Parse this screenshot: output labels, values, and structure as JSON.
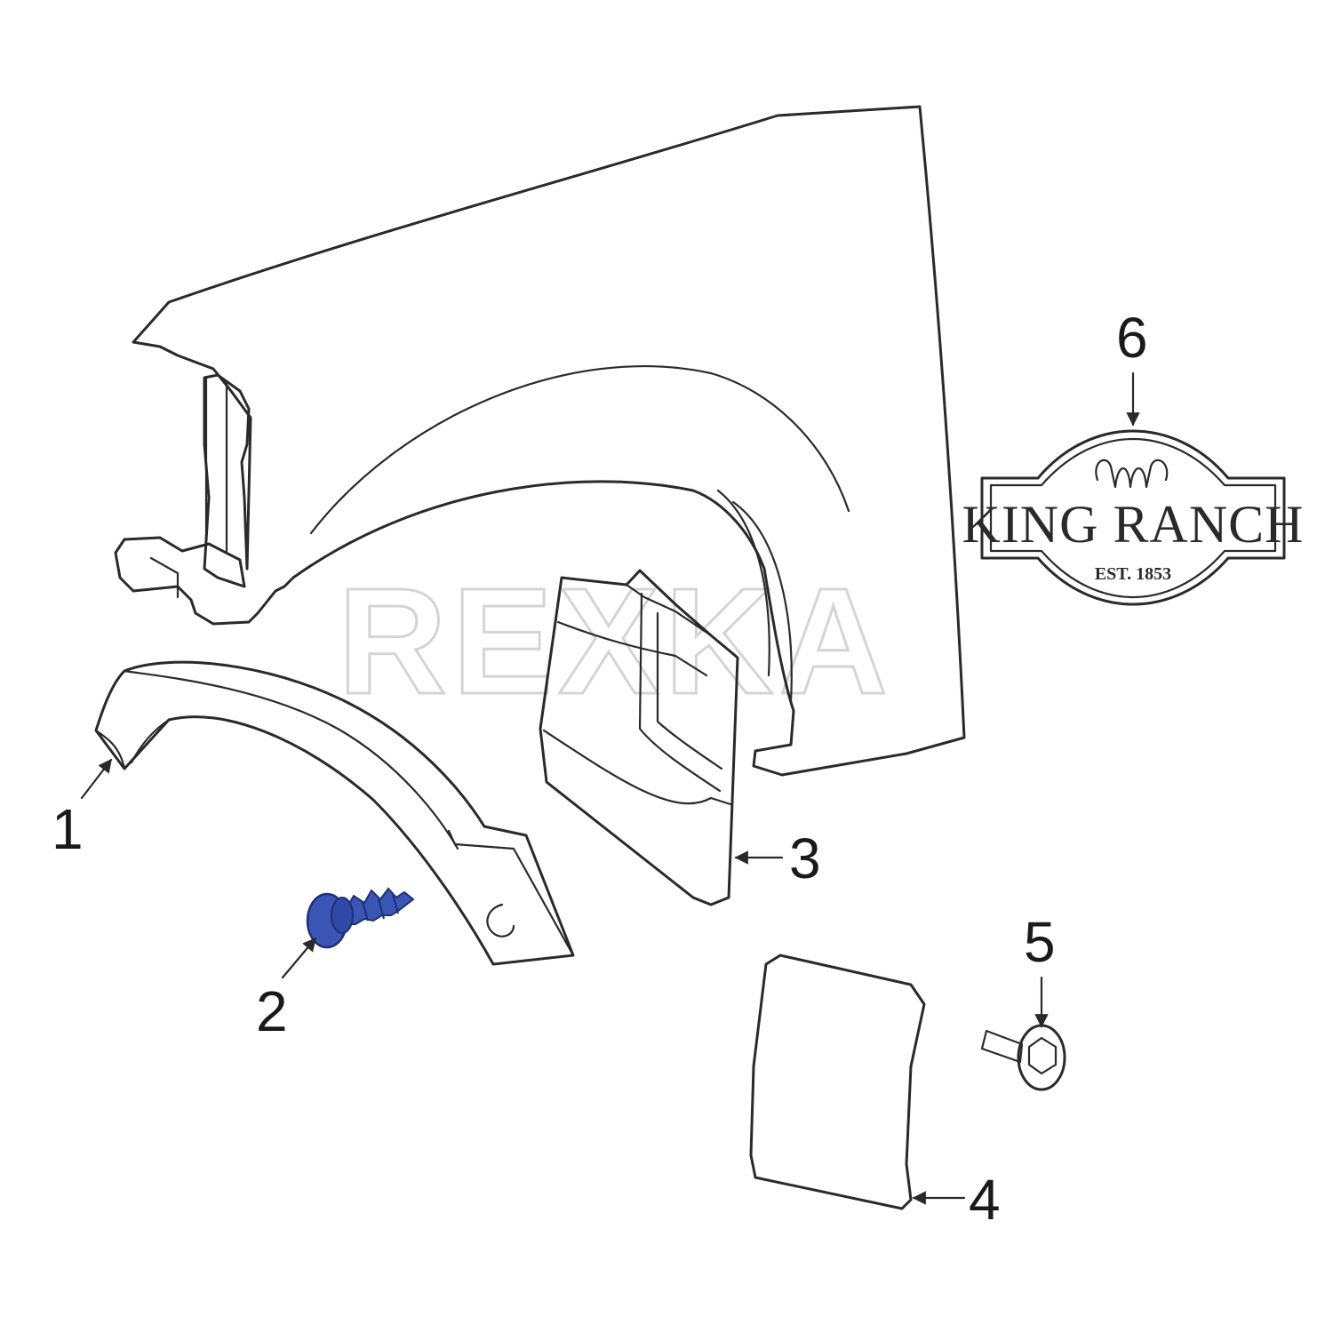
{
  "watermark": "REXKA",
  "emblem": {
    "name": "KING RANCH",
    "established": "EST. 1853"
  },
  "callouts": [
    {
      "id": "1",
      "label": "1"
    },
    {
      "id": "2",
      "label": "2"
    },
    {
      "id": "3",
      "label": "3"
    },
    {
      "id": "4",
      "label": "4"
    },
    {
      "id": "5",
      "label": "5"
    },
    {
      "id": "6",
      "label": "6"
    }
  ],
  "colors": {
    "line": "#2a2a2a",
    "highlight": "#3a55b4",
    "watermark": "#d4d4d4"
  }
}
